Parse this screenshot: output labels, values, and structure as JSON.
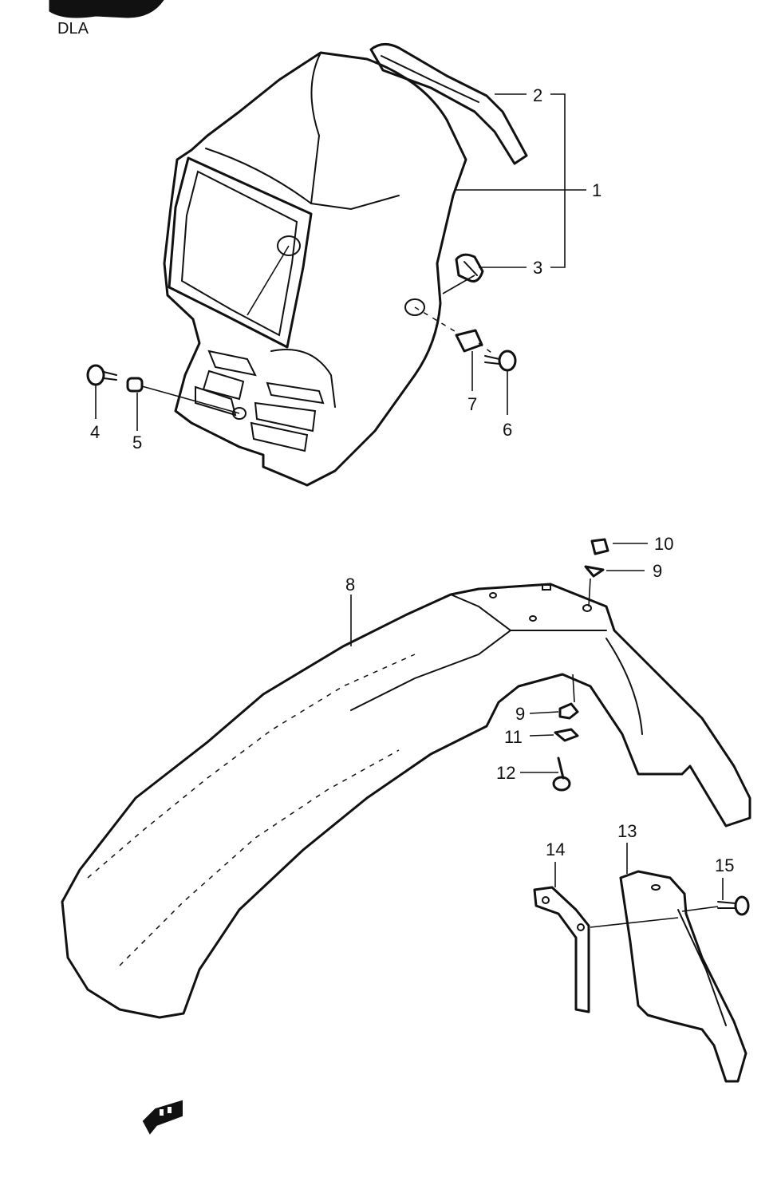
{
  "header_fragment": "DLA",
  "callouts": [
    {
      "id": "c1",
      "text": "1"
    },
    {
      "id": "c2",
      "text": "2"
    },
    {
      "id": "c3",
      "text": "3"
    },
    {
      "id": "c4",
      "text": "4"
    },
    {
      "id": "c5",
      "text": "5"
    },
    {
      "id": "c6",
      "text": "6"
    },
    {
      "id": "c7",
      "text": "7"
    },
    {
      "id": "c8",
      "text": "8"
    },
    {
      "id": "c9a",
      "text": "9"
    },
    {
      "id": "c9b",
      "text": "9"
    },
    {
      "id": "c10",
      "text": "10"
    },
    {
      "id": "c11",
      "text": "11"
    },
    {
      "id": "c12",
      "text": "12"
    },
    {
      "id": "c13",
      "text": "13"
    },
    {
      "id": "c14",
      "text": "14"
    },
    {
      "id": "c15",
      "text": "15"
    }
  ],
  "icons": {
    "front_indicator": "direction-arrow-icon"
  }
}
